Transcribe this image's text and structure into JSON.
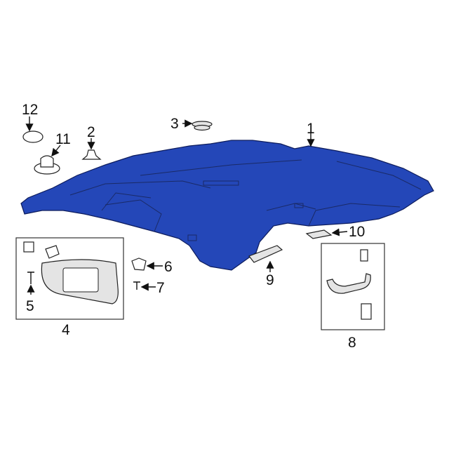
{
  "diagram": {
    "headliner_color": "#2447b8",
    "callouts": {
      "c1": "1",
      "c2": "2",
      "c3": "3",
      "c4": "4",
      "c5": "5",
      "c6": "6",
      "c7": "7",
      "c8": "8",
      "c9": "9",
      "c10": "10",
      "c11": "11",
      "c12": "12"
    }
  }
}
